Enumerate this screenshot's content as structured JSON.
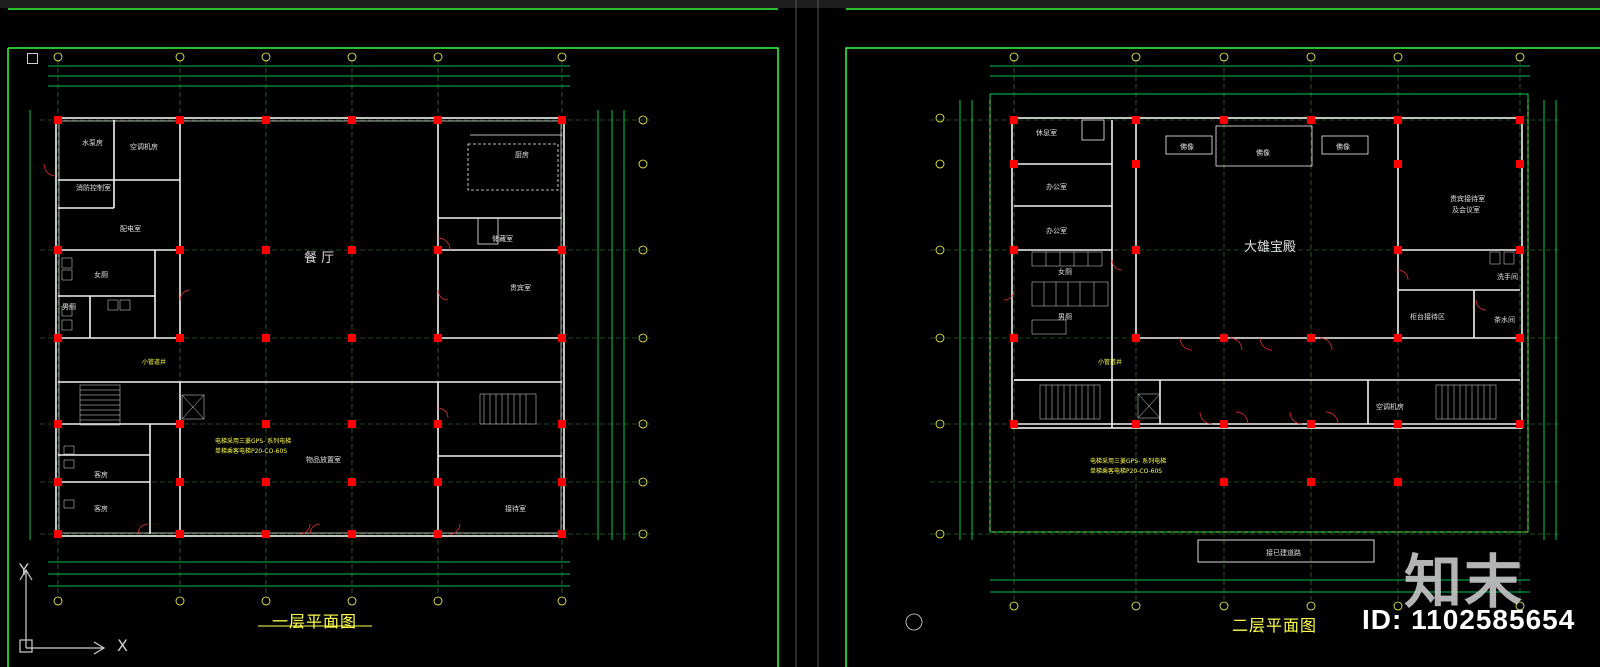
{
  "plans": [
    {
      "title": "一层平面图",
      "rooms": [
        "水泵房",
        "空调机房",
        "消防控制室",
        "配电室",
        "厨房",
        "储藏室",
        "贵宾室",
        "女厕",
        "男厕",
        "客房",
        "客房",
        "物品放置室",
        "接待室",
        "小管道井"
      ],
      "hall": "餐    厅",
      "elevator_note": [
        "电梯采用三菱GPS- 系列电梯",
        "单梯乘客电梯P20-CO-60S"
      ]
    },
    {
      "title": "二层平面图",
      "rooms": [
        "休息室",
        "办公室",
        "办公室",
        "女厕",
        "男厕",
        "佛像",
        "佛像",
        "佛像",
        "贵宾接待室",
        "及会议室",
        "洗手间",
        "柜台接待区",
        "茶水间",
        "空调机房",
        "接已建道路",
        "小管道井"
      ],
      "hall": "大雄宝殿",
      "elevator_note": [
        "电梯采用三菱GPS- 系列电梯",
        "单梯乘客电梯P20-CO-60S"
      ]
    }
  ],
  "watermark": {
    "logo": "知末",
    "id": "ID: 1102585654"
  },
  "ucs": {
    "x_label": "X",
    "y_label": "Y"
  },
  "colors": {
    "background": "#000000",
    "walls": "#ffffff",
    "dims": "#00ff66",
    "columns": "#ff0000",
    "text": "#ffff4d",
    "doors": "#ff3333"
  }
}
